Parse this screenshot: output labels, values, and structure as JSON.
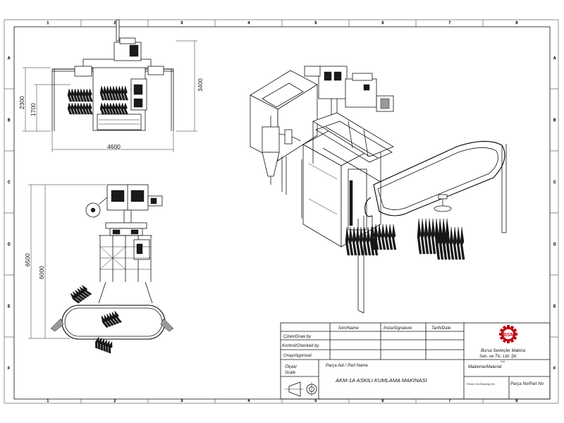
{
  "frame": {
    "columns": [
      "1",
      "2",
      "3",
      "4",
      "5",
      "6",
      "7",
      "8"
    ],
    "rows": [
      "A",
      "B",
      "C",
      "D",
      "E",
      "F"
    ]
  },
  "dimensions": {
    "top_width": "4600",
    "top_height_outer": "3400",
    "top_height_left": "2300",
    "top_height_inner": "1700",
    "side_height_outer": "6500",
    "side_height_inner": "6000"
  },
  "title_block": {
    "col_name": "İsim/Name",
    "col_sign": "İmza/Signature",
    "col_date": "Tarih/Date",
    "row_draw": "Çizen/Draw by",
    "row_check": "Kontrol/Checked by",
    "row_approve": "Onay/Approval",
    "scale_label_1": "Ölçek/",
    "scale_label_2": "Scale",
    "part_name_label": "Parça Adı / Part Name",
    "part_name": "AKM-1A ASKILI KUMLAMA MAKİNASI",
    "logo_text": "BSM",
    "company_line_1": "Bursa Sevinçler Makina",
    "company_line_2": "San. ve Tic. Ltd. Şti.",
    "material_label": "Malzeme/Material",
    "note_label": "Not",
    "drawing_no_label": "Resim No/Drawing No",
    "part_no_label": "Parça No/Part No"
  }
}
